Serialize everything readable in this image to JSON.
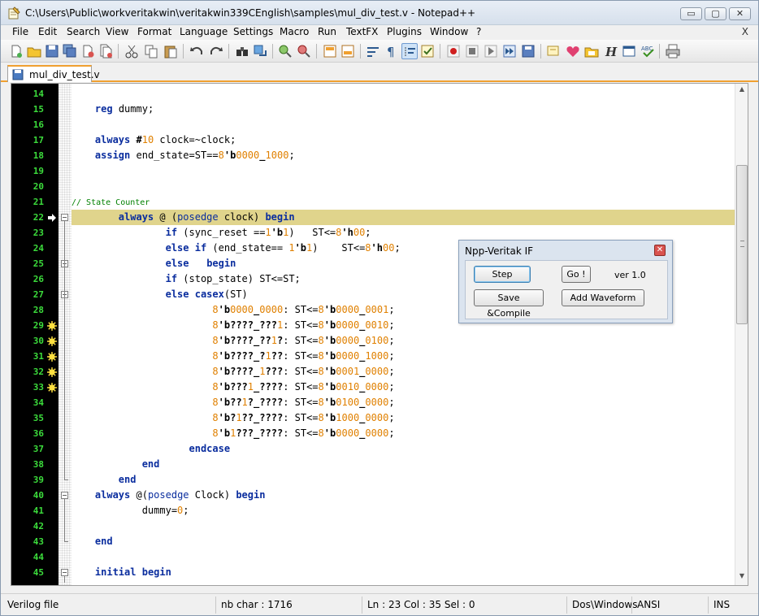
{
  "window": {
    "title": "C:\\Users\\Public\\workveritakwin\\veritakwin339CEnglish\\samples\\mul_div_test.v - Notepad++",
    "controls": {
      "minimize": "▭",
      "maximize": "▢",
      "close": "✕"
    }
  },
  "menu": {
    "items": [
      "File",
      "Edit",
      "Search",
      "View",
      "Format",
      "Language",
      "Settings",
      "Macro",
      "Run",
      "TextFX",
      "Plugins",
      "Window",
      "?"
    ],
    "close": "X"
  },
  "toolbar": {
    "icons": [
      "new-file-icon",
      "open-file-icon",
      "save-icon",
      "save-all-icon",
      "close-icon",
      "close-all-icon",
      "cut-icon",
      "copy-icon",
      "paste-icon",
      "undo-icon",
      "redo-icon",
      "find-icon",
      "replace-icon",
      "zoom-in-icon",
      "zoom-out-icon",
      "sync-v-icon",
      "sync-h-icon",
      "wrap-icon",
      "show-all-chars-icon",
      "indent-guide-icon",
      "user-lang-icon",
      "record-icon",
      "stop-icon",
      "play-icon",
      "run-multiple-icon",
      "save-macro-icon",
      "bookmark-icon",
      "heart-icon",
      "folder-icon",
      "html-icon",
      "console-icon",
      "spell-check-icon",
      "print-icon"
    ]
  },
  "tabs": [
    {
      "label": "mul_div_test.v",
      "active": true
    }
  ],
  "editor": {
    "lines": [
      {
        "no": "14",
        "text": ""
      },
      {
        "no": "15",
        "text": "    reg dummy;"
      },
      {
        "no": "16",
        "text": ""
      },
      {
        "no": "17",
        "text": "    always #10 clock=~clock;"
      },
      {
        "no": "18",
        "text": "    assign end_state=ST==8'b0000_1000;"
      },
      {
        "no": "19",
        "text": ""
      },
      {
        "no": "20",
        "text": ""
      },
      {
        "no": "21",
        "text": "// State Counter"
      },
      {
        "no": "22",
        "text": "        always @ (posedge clock) begin"
      },
      {
        "no": "23",
        "text": "                if (sync_reset ==1'b1)   ST<=8'h00;"
      },
      {
        "no": "24",
        "text": "                else if (end_state== 1'b1)    ST<=8'h00;"
      },
      {
        "no": "25",
        "text": "                else   begin"
      },
      {
        "no": "26",
        "text": "                if (stop_state) ST<=ST;"
      },
      {
        "no": "27",
        "text": "                else casex(ST)"
      },
      {
        "no": "28",
        "text": "                        8'b0000_0000: ST<=8'b0000_0001;"
      },
      {
        "no": "29",
        "text": "                        8'b????_???1: ST<=8'b0000_0010;"
      },
      {
        "no": "30",
        "text": "                        8'b????_??1?: ST<=8'b0000_0100;"
      },
      {
        "no": "31",
        "text": "                        8'b????_?1??: ST<=8'b0000_1000;"
      },
      {
        "no": "32",
        "text": "                        8'b????_1???: ST<=8'b0001_0000;"
      },
      {
        "no": "33",
        "text": "                        8'b???1_????: ST<=8'b0010_0000;"
      },
      {
        "no": "34",
        "text": "                        8'b??1?_????: ST<=8'b0100_0000;"
      },
      {
        "no": "35",
        "text": "                        8'b?1??_????: ST<=8'b1000_0000;"
      },
      {
        "no": "36",
        "text": "                        8'b1???_????: ST<=8'b0000_0000;"
      },
      {
        "no": "37",
        "text": "                    endcase"
      },
      {
        "no": "38",
        "text": "            end"
      },
      {
        "no": "39",
        "text": "        end"
      },
      {
        "no": "40",
        "text": "    always @(posedge Clock) begin"
      },
      {
        "no": "41",
        "text": "            dummy=0;"
      },
      {
        "no": "42",
        "text": ""
      },
      {
        "no": "43",
        "text": "    end"
      },
      {
        "no": "44",
        "text": ""
      },
      {
        "no": "45",
        "text": "    initial begin"
      }
    ]
  },
  "dialog": {
    "title": "Npp-Veritak IF",
    "close": "✕",
    "step": "Step",
    "go": "Go !",
    "version": "ver 1.0",
    "save_compile": "Save &Compile",
    "add_waveform": "Add Waveform"
  },
  "status": {
    "language": "Verilog file",
    "chars": "nb char : 1716",
    "position": "Ln : 23    Col : 35    Sel : 0",
    "eol": "Dos\\Windows",
    "encoding": "ANSI",
    "mode": "INS"
  },
  "colors": {
    "keyword": "#0a2d9e",
    "number": "#e08000",
    "comment": "#008000",
    "line_number": "#3cdc3c",
    "current_line": "#e0d48c",
    "tab_accent": "#f0a030"
  }
}
